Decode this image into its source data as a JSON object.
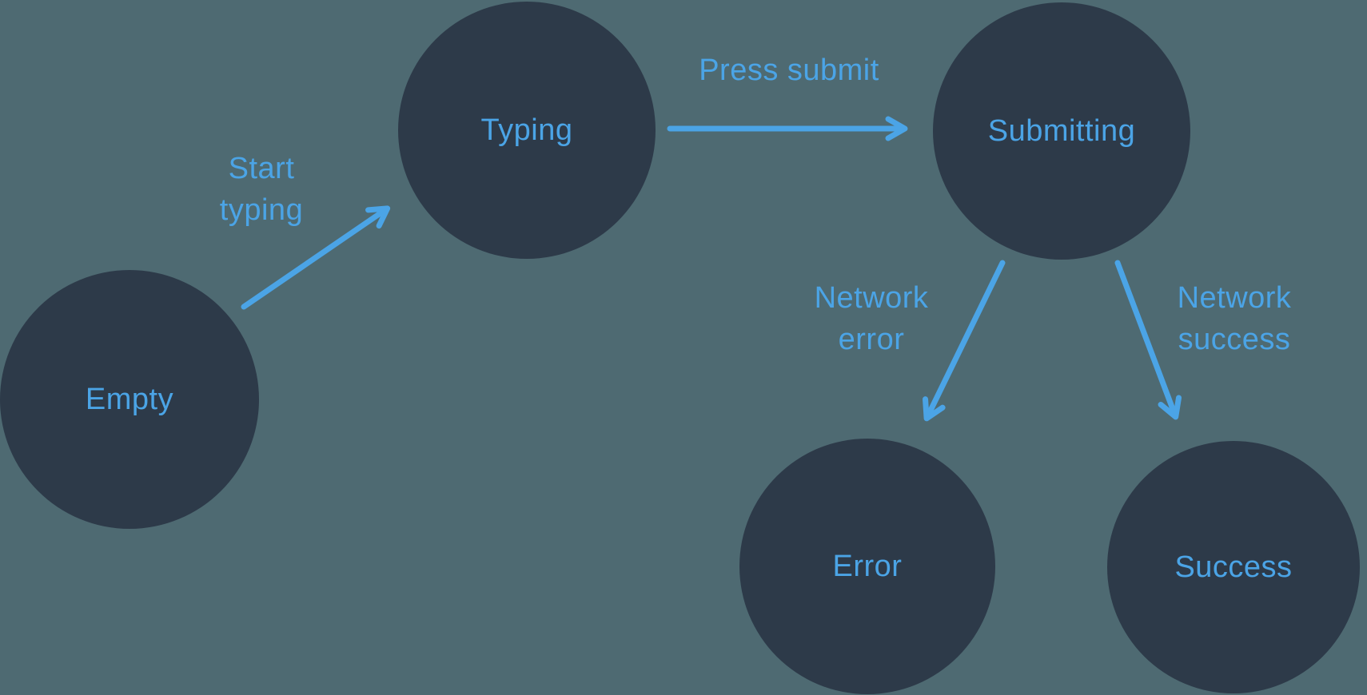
{
  "diagram": {
    "type": "state-machine",
    "colors": {
      "background": "#4e6a72",
      "node_fill": "#2d3a49",
      "accent": "#4ba4e6"
    },
    "states": [
      {
        "id": "empty",
        "label": "Empty"
      },
      {
        "id": "typing",
        "label": "Typing"
      },
      {
        "id": "submitting",
        "label": "Submitting"
      },
      {
        "id": "error",
        "label": "Error"
      },
      {
        "id": "success",
        "label": "Success"
      }
    ],
    "transitions": [
      {
        "from": "empty",
        "to": "typing",
        "label": "Start typing",
        "label_lines": [
          "Start",
          "typing"
        ]
      },
      {
        "from": "typing",
        "to": "submitting",
        "label": "Press submit",
        "label_lines": [
          "Press submit"
        ]
      },
      {
        "from": "submitting",
        "to": "error",
        "label": "Network error",
        "label_lines": [
          "Network",
          "error"
        ]
      },
      {
        "from": "submitting",
        "to": "success",
        "label": "Network success",
        "label_lines": [
          "Network",
          "success"
        ]
      }
    ]
  }
}
